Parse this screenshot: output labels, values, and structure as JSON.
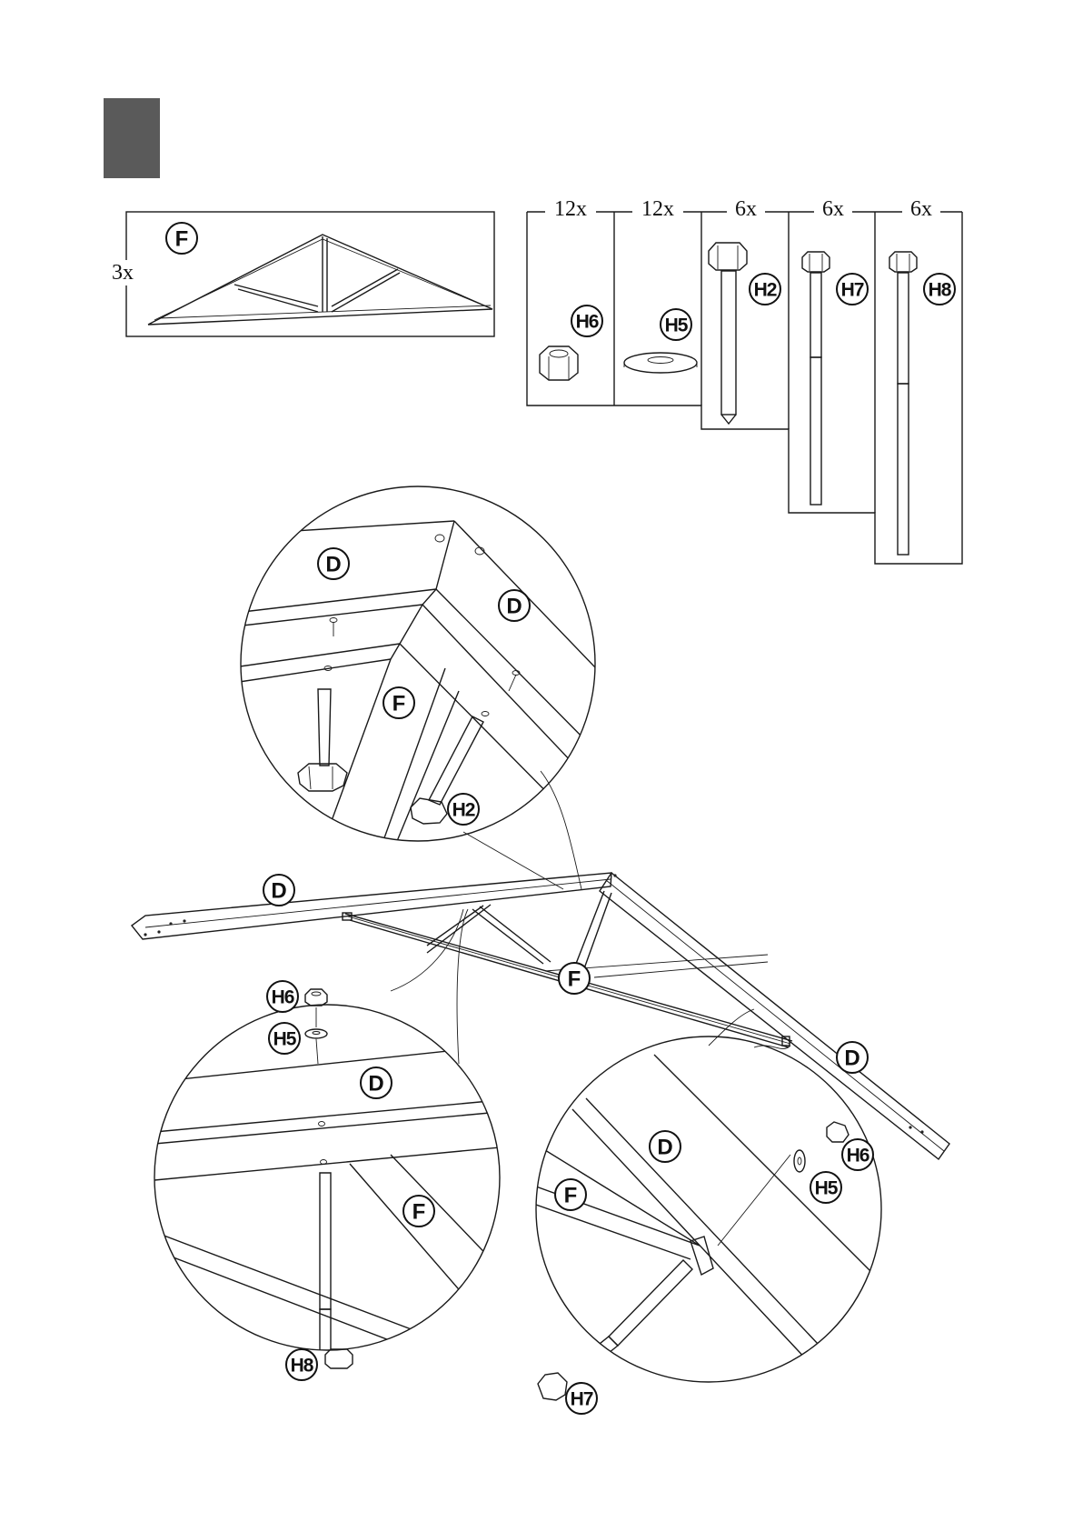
{
  "step_block": {
    "color": "#5a5a5a"
  },
  "part_f_box": {
    "label": "F",
    "quantity": "3x"
  },
  "hardware": [
    {
      "quantity": "12x",
      "label": "H6",
      "icon": "hex-nut-icon"
    },
    {
      "quantity": "12x",
      "label": "H5",
      "icon": "washer-icon"
    },
    {
      "quantity": "6x",
      "label": "H2",
      "icon": "lag-screw-icon"
    },
    {
      "quantity": "6x",
      "label": "H7",
      "icon": "long-bolt-icon"
    },
    {
      "quantity": "6x",
      "label": "H8",
      "icon": "long-bolt-icon"
    }
  ],
  "detail_top": {
    "labels": {
      "d1": "D",
      "d2": "D",
      "f": "F",
      "h2": "H2"
    }
  },
  "main_assembly": {
    "labels": {
      "d_left": "D",
      "f": "F",
      "d_right": "D"
    }
  },
  "detail_bottom_left": {
    "labels": {
      "h6": "H6",
      "h5": "H5",
      "d": "D",
      "f": "F",
      "h8": "H8"
    }
  },
  "detail_bottom_right": {
    "labels": {
      "d": "D",
      "f": "F",
      "h6": "H6",
      "h5": "H5",
      "h7": "H7"
    }
  }
}
